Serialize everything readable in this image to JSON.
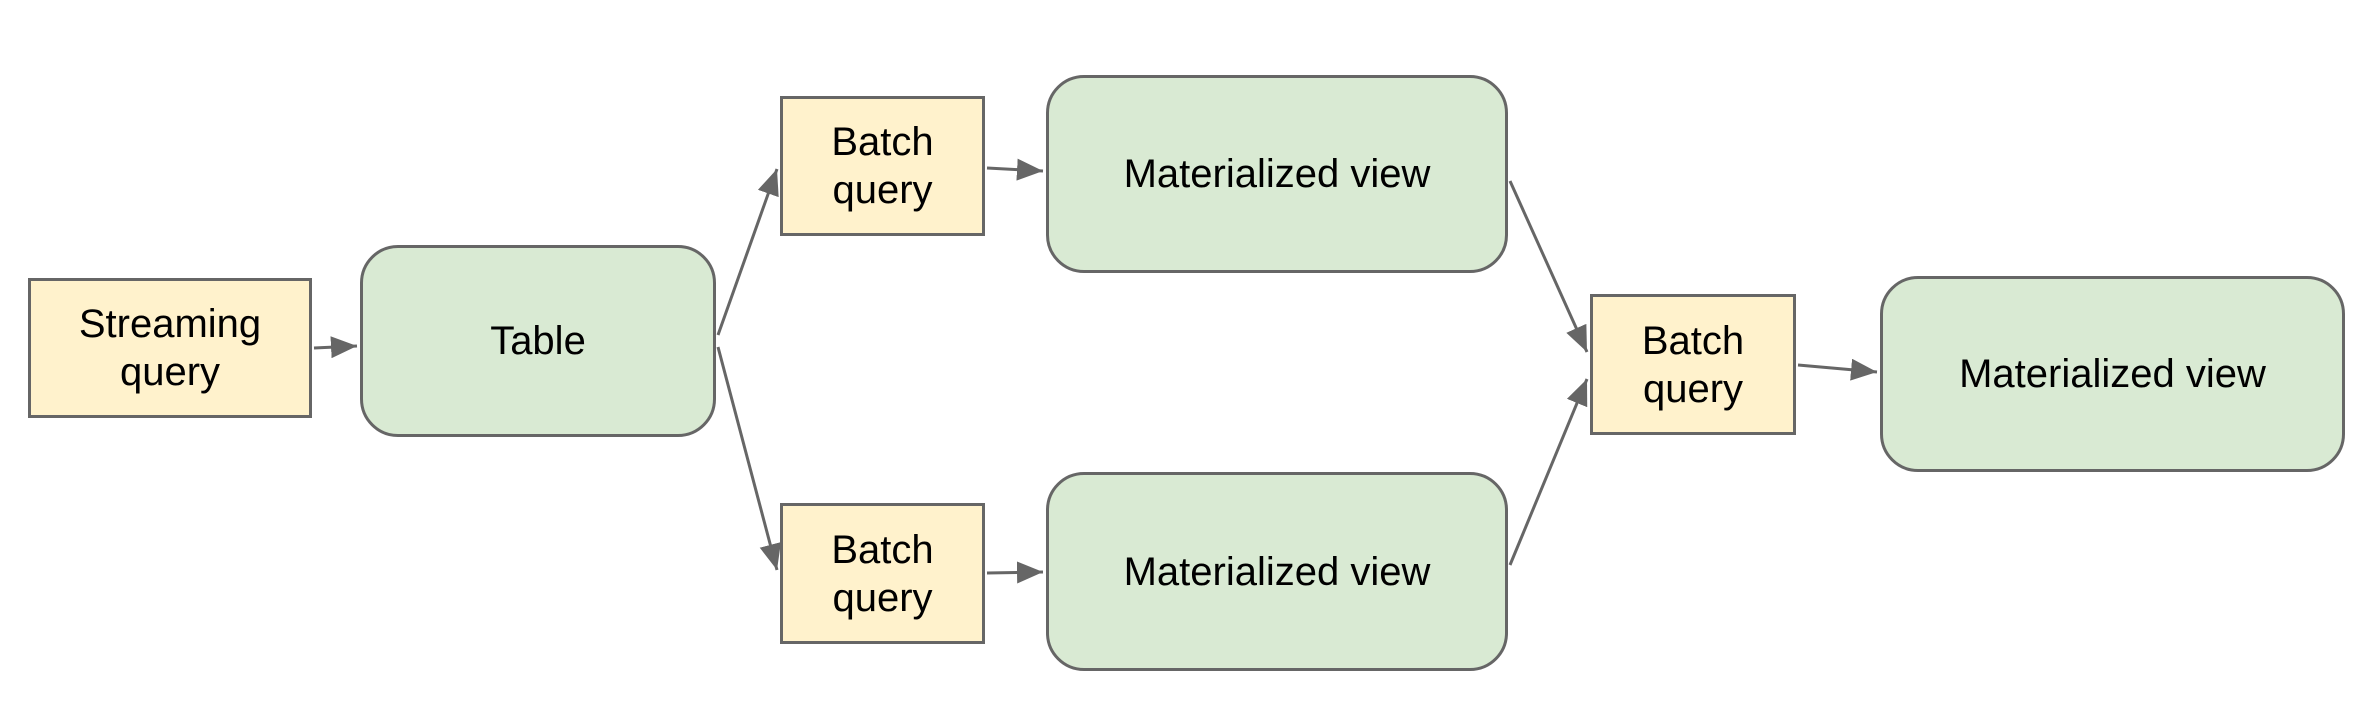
{
  "diagram": {
    "background_color": "#ffffff",
    "colors": {
      "query_box_fill": "#FFF2CC",
      "entity_box_fill": "#D9EAD3",
      "box_border": "#666666",
      "arrow": "#666666",
      "text": "#000000"
    },
    "nodes": {
      "streaming_query": {
        "label": "Streaming query",
        "shape": "rectangle",
        "fill": "#FFF2CC"
      },
      "table": {
        "label": "Table",
        "shape": "rounded-rectangle",
        "fill": "#D9EAD3"
      },
      "batch_query_top": {
        "label": "Batch query",
        "shape": "rectangle",
        "fill": "#FFF2CC"
      },
      "materialized_view_top": {
        "label": "Materialized view",
        "shape": "rounded-rectangle",
        "fill": "#D9EAD3"
      },
      "batch_query_bottom": {
        "label": "Batch query",
        "shape": "rectangle",
        "fill": "#FFF2CC"
      },
      "materialized_view_bottom": {
        "label": "Materialized view",
        "shape": "rounded-rectangle",
        "fill": "#D9EAD3"
      },
      "batch_query_merge": {
        "label": "Batch query",
        "shape": "rectangle",
        "fill": "#FFF2CC"
      },
      "materialized_view_final": {
        "label": "Materialized view",
        "shape": "rounded-rectangle",
        "fill": "#D9EAD3"
      }
    },
    "edges": [
      {
        "from": "streaming_query",
        "to": "table"
      },
      {
        "from": "table",
        "to": "batch_query_top"
      },
      {
        "from": "table",
        "to": "batch_query_bottom"
      },
      {
        "from": "batch_query_top",
        "to": "materialized_view_top"
      },
      {
        "from": "batch_query_bottom",
        "to": "materialized_view_bottom"
      },
      {
        "from": "materialized_view_top",
        "to": "batch_query_merge"
      },
      {
        "from": "materialized_view_bottom",
        "to": "batch_query_merge"
      },
      {
        "from": "batch_query_merge",
        "to": "materialized_view_final"
      }
    ]
  }
}
